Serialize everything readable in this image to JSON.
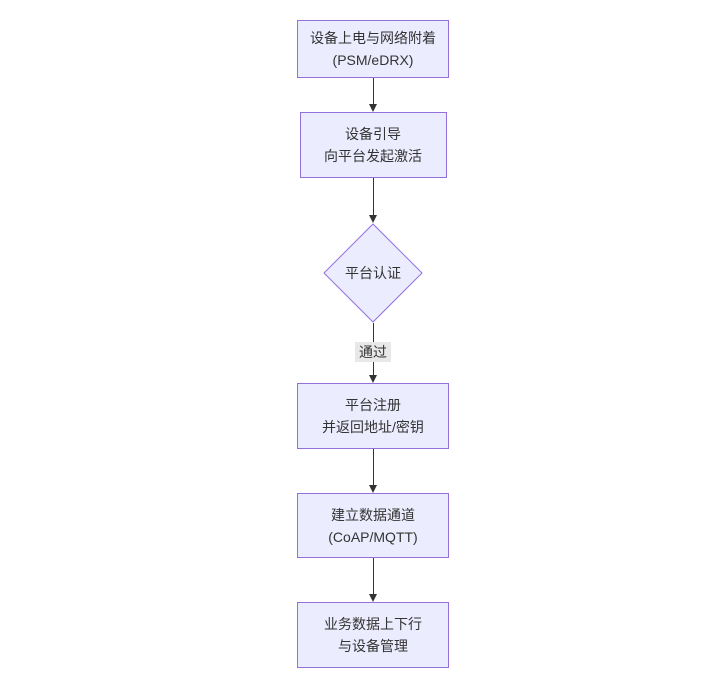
{
  "diagram": {
    "type": "flowchart",
    "direction": "top-down",
    "colors": {
      "background": "#ffffff",
      "node_fill": "#ECECFF",
      "node_border": "#9370DB",
      "text": "#333333",
      "edge": "#333333",
      "edge_label_bg": "#e8e8e8"
    },
    "nodes": [
      {
        "id": "device-power-attach",
        "shape": "rect",
        "lines": [
          "设备上电与网络附着",
          "(PSM/eDRX)"
        ]
      },
      {
        "id": "device-bootstrap",
        "shape": "rect",
        "lines": [
          "设备引导",
          "向平台发起激活"
        ]
      },
      {
        "id": "platform-auth",
        "shape": "diamond",
        "lines": [
          "平台认证"
        ]
      },
      {
        "id": "platform-register",
        "shape": "rect",
        "lines": [
          "平台注册",
          "并返回地址/密钥"
        ]
      },
      {
        "id": "data-channel",
        "shape": "rect",
        "lines": [
          "建立数据通道",
          "(CoAP/MQTT)"
        ]
      },
      {
        "id": "business-data",
        "shape": "rect",
        "lines": [
          "业务数据上下行",
          "与设备管理"
        ]
      }
    ],
    "edges": [
      {
        "from": "device-power-attach",
        "to": "device-bootstrap",
        "label": ""
      },
      {
        "from": "device-bootstrap",
        "to": "platform-auth",
        "label": ""
      },
      {
        "from": "platform-auth",
        "to": "platform-register",
        "label": "通过"
      },
      {
        "from": "platform-register",
        "to": "data-channel",
        "label": ""
      },
      {
        "from": "data-channel",
        "to": "business-data",
        "label": ""
      }
    ]
  }
}
